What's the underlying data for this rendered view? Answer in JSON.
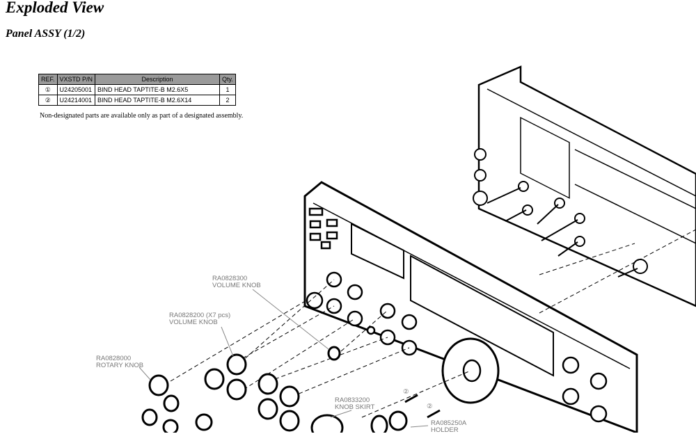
{
  "header": {
    "title": "Exploded View",
    "subtitle": "Panel ASSY (1/2)"
  },
  "parts_table": {
    "columns": [
      "REF.",
      "VXSTD P/N",
      "Description",
      "Qty."
    ],
    "rows": [
      {
        "ref": "①",
        "pn": "U24205001",
        "description": "BIND HEAD TAPTITE-B M2.6X5",
        "qty": "1"
      },
      {
        "ref": "②",
        "pn": "U24214001",
        "description": "BIND HEAD TAPTITE-B M2.6X14",
        "qty": "2"
      }
    ]
  },
  "note": "Non-designated parts are available only as part of a designated assembly.",
  "callouts": [
    {
      "pn": "RA0828300",
      "name": "VOLUME KNOB"
    },
    {
      "pn": "RA0828200 (X7 pcs)",
      "name": "VOLUME KNOB"
    },
    {
      "pn": "RA0828000",
      "name": "ROTARY KNOB"
    },
    {
      "pn": "RA0833200",
      "name": "KNOB SKIRT"
    },
    {
      "pn": "RA085250A",
      "name": "HOLDER"
    }
  ],
  "screw_refs": [
    "②",
    "②"
  ]
}
